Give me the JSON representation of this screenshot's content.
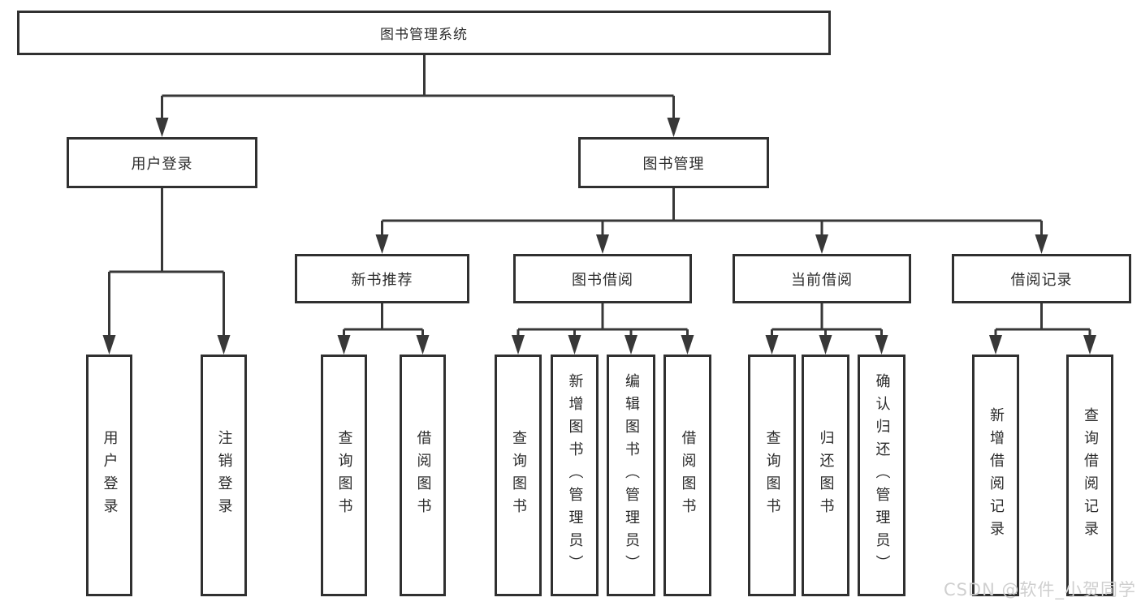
{
  "colors": {
    "line": "#383838",
    "box_border": "#303030",
    "text": "#2b2b2b",
    "watermark": "#cfcfcf",
    "background": "#ffffff"
  },
  "tree": {
    "root": {
      "label": "图书管理系统"
    },
    "level2": [
      {
        "label": "用户登录"
      },
      {
        "label": "图书管理"
      }
    ],
    "level3": [
      {
        "label": "新书推荐"
      },
      {
        "label": "图书借阅"
      },
      {
        "label": "当前借阅"
      },
      {
        "label": "借阅记录"
      }
    ],
    "leaves": [
      {
        "label": "用户登录"
      },
      {
        "label": "注销登录"
      },
      {
        "label": "查询图书"
      },
      {
        "label": "借阅图书"
      },
      {
        "label": "查询图书"
      },
      {
        "label": "新增图书（管理员）"
      },
      {
        "label": "编辑图书（管理员）"
      },
      {
        "label": "借阅图书"
      },
      {
        "label": "查询图书"
      },
      {
        "label": "归还图书"
      },
      {
        "label": "确认归还（管理员）"
      },
      {
        "label": "新增借阅记录"
      },
      {
        "label": "查询借阅记录"
      }
    ]
  },
  "watermark": {
    "text": "CSDN @软件_小贺同学"
  }
}
